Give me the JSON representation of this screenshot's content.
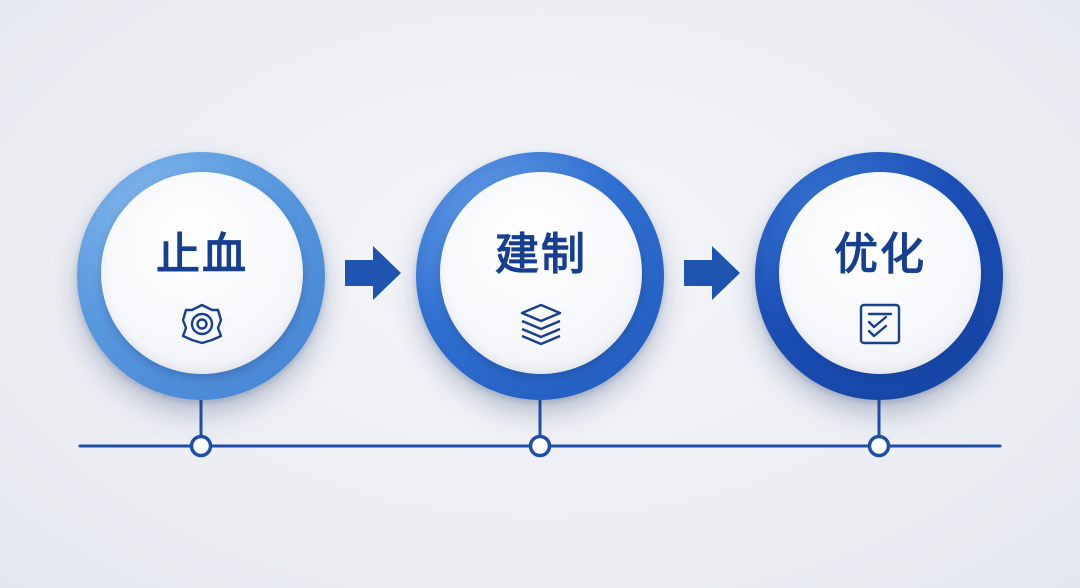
{
  "steps": [
    {
      "label": "止血",
      "icon": "gear-target-icon"
    },
    {
      "label": "建制",
      "icon": "layers-stack-icon"
    },
    {
      "label": "优化",
      "icon": "checklist-icon"
    }
  ],
  "colors": {
    "primary": "#173f8f",
    "arrow": "#1f55b0",
    "timeline": "#1e4fa8",
    "ring_light": "#5b9be0",
    "ring_mid": "#2f6fd0",
    "ring_dark": "#1b4fb6"
  }
}
